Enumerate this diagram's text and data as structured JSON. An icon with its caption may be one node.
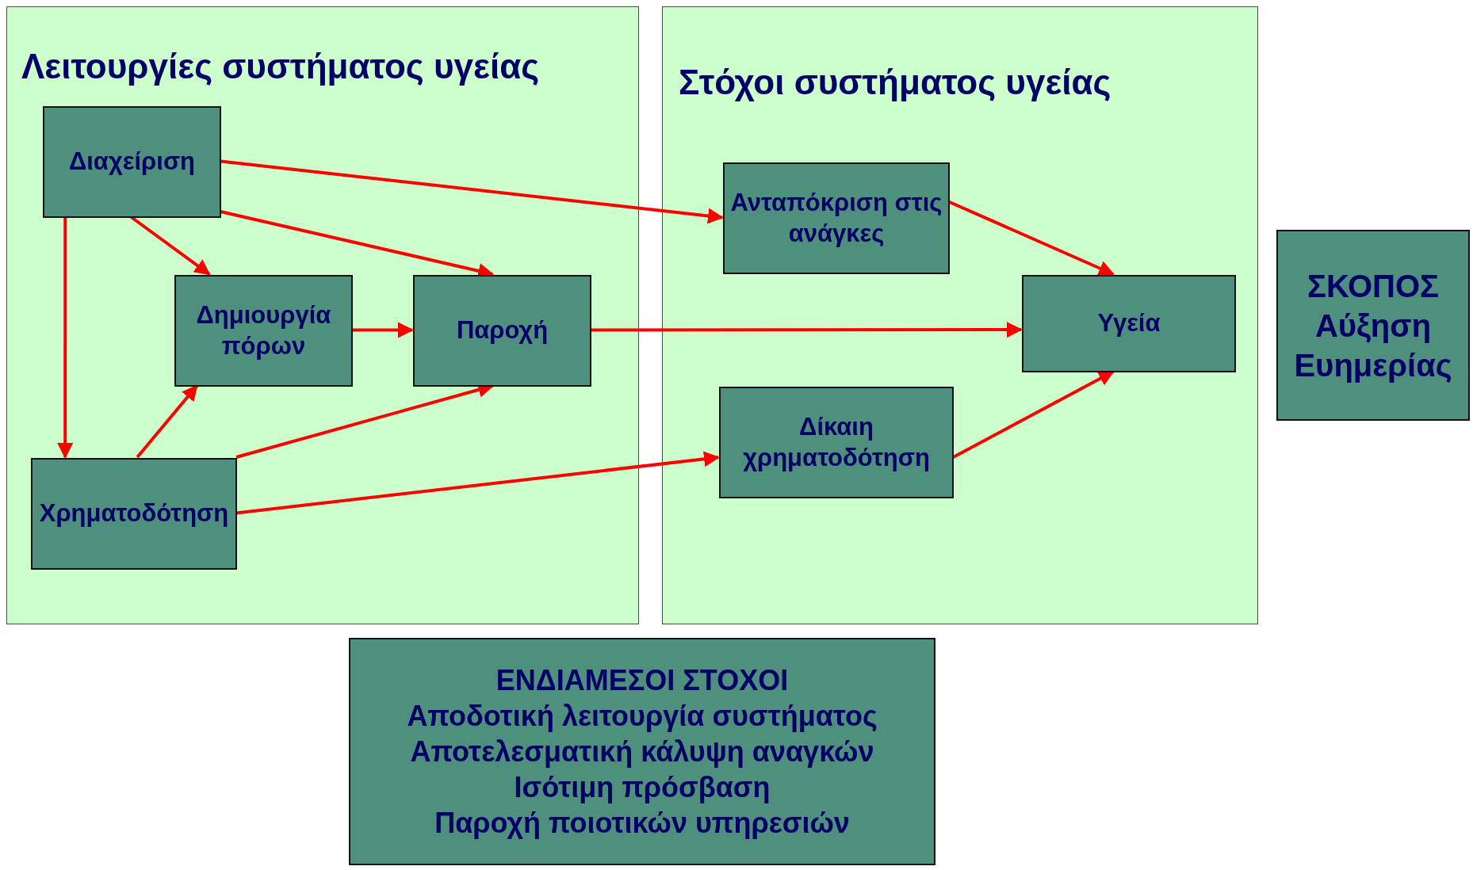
{
  "diagram": {
    "nodes": [
      {
        "text": [
          "Λειτουργίες συστήματος υγείας"
        ]
      },
      {
        "text": [
          "Διαχείριση"
        ],
        "in": 0
      },
      {
        "text": [
          "Δημιουργία πόρων"
        ],
        "in": 0
      },
      {
        "text": [
          "Παροχή"
        ],
        "in": 0
      },
      {
        "text": [
          "Χρηματοδότηση"
        ],
        "in": 0
      },
      {
        "text": [
          "Στόχοι συστήματος υγείας"
        ]
      },
      {
        "text": [
          "Ανταπόκριση στις ανάγκες"
        ],
        "in": 5
      },
      {
        "text": [
          "Υγεία"
        ],
        "in": 5
      },
      {
        "text": [
          "Δίκαιη χρηματοδότηση"
        ],
        "in": 5
      },
      {
        "text": [
          "ΣΚΟΠΟΣ",
          "Αύξηση Ευημερίας"
        ]
      },
      {
        "text": [
          "ΕΝΔΙΑΜΕΣΟΙ ΣΤΟΧΟΙ",
          "Αποδοτική λειτουργία συστήματος",
          "Αποτελεσματική κάλυψη αναγκών",
          "Ισότιμη πρόσβαση",
          "Παροχή ποιοτικών υπηρεσιών"
        ]
      }
    ],
    "edges": [
      {
        "from": 1,
        "to": 6,
        "arrow": "to"
      },
      {
        "from": 1,
        "to": 3,
        "arrow": "to"
      },
      {
        "from": 1,
        "to": 2,
        "arrow": "to"
      },
      {
        "from": 1,
        "to": 4,
        "arrow": "to"
      },
      {
        "from": 2,
        "to": 3,
        "arrow": "to"
      },
      {
        "from": 4,
        "to": 2,
        "arrow": "to"
      },
      {
        "from": 4,
        "to": 3,
        "arrow": "to"
      },
      {
        "from": 4,
        "to": 8,
        "arrow": "to"
      },
      {
        "from": 3,
        "to": 7,
        "arrow": "to"
      },
      {
        "from": 6,
        "to": 7,
        "arrow": "to"
      },
      {
        "from": 8,
        "to": 7,
        "arrow": "to"
      }
    ]
  }
}
